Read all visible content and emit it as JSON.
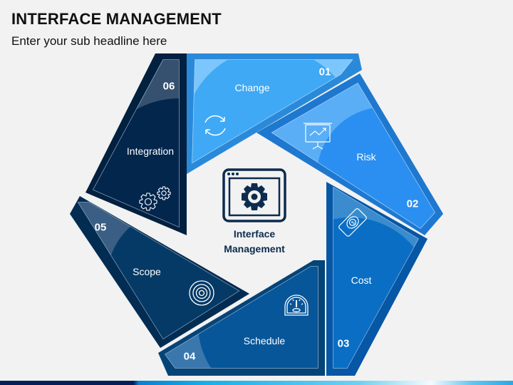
{
  "header": {
    "title": "INTERFACE MANAGEMENT",
    "subtitle": "Enter your sub headline here"
  },
  "center": {
    "icon": "browser-gear-icon",
    "label_line1": "Interface",
    "label_line2": "Management"
  },
  "segments": [
    {
      "number": "01",
      "label": "Change",
      "icon": "refresh-cycle-icon",
      "color": "#3fa9f5"
    },
    {
      "number": "02",
      "label": "Risk",
      "icon": "presentation-chart-icon",
      "color": "#2a8ff0"
    },
    {
      "number": "03",
      "label": "Cost",
      "icon": "money-bill-icon",
      "color": "#0a6ec4"
    },
    {
      "number": "04",
      "label": "Schedule",
      "icon": "speedometer-icon",
      "color": "#07569a"
    },
    {
      "number": "05",
      "label": "Scope",
      "icon": "target-icon",
      "color": "#053a66"
    },
    {
      "number": "06",
      "label": "Integration",
      "icon": "gears-icon",
      "color": "#04234a"
    }
  ],
  "colors": {
    "background": "#f2f2f2",
    "center_text": "#0c2b4e"
  }
}
